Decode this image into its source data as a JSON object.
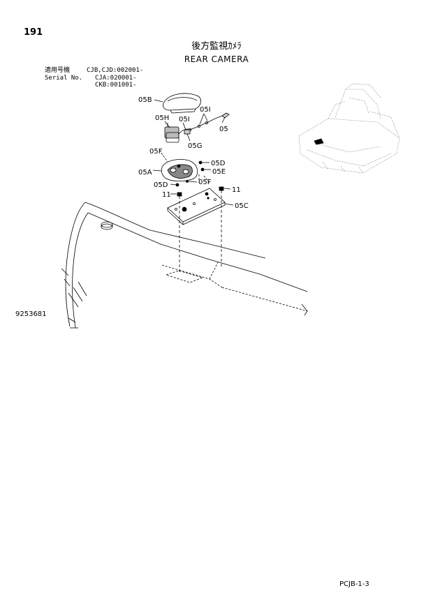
{
  "page_number": "191",
  "title_jp": "後方監視ｶﾒﾗ",
  "title_en": "REAR CAMERA",
  "serial": {
    "label_jp": "適用号機",
    "label_en": "Serial No.",
    "entries": [
      "CJB,CJD:002001-",
      "CJA:020001-",
      "CKB:001001-"
    ]
  },
  "callouts": {
    "c05B": "05B",
    "c05H": "05H",
    "c05I_a": "05I",
    "c05I_b": "05I",
    "c05": "05",
    "c05G": "05G",
    "c05F_a": "05F",
    "c05A": "05A",
    "c05D_a": "05D",
    "c05E": "05E",
    "c05D_b": "05D",
    "c05F_b": "05F",
    "c11_a": "11",
    "c11_b": "11",
    "c05C": "05C"
  },
  "drawing_number": "9253681",
  "page_ref": "PCJB-1-3"
}
